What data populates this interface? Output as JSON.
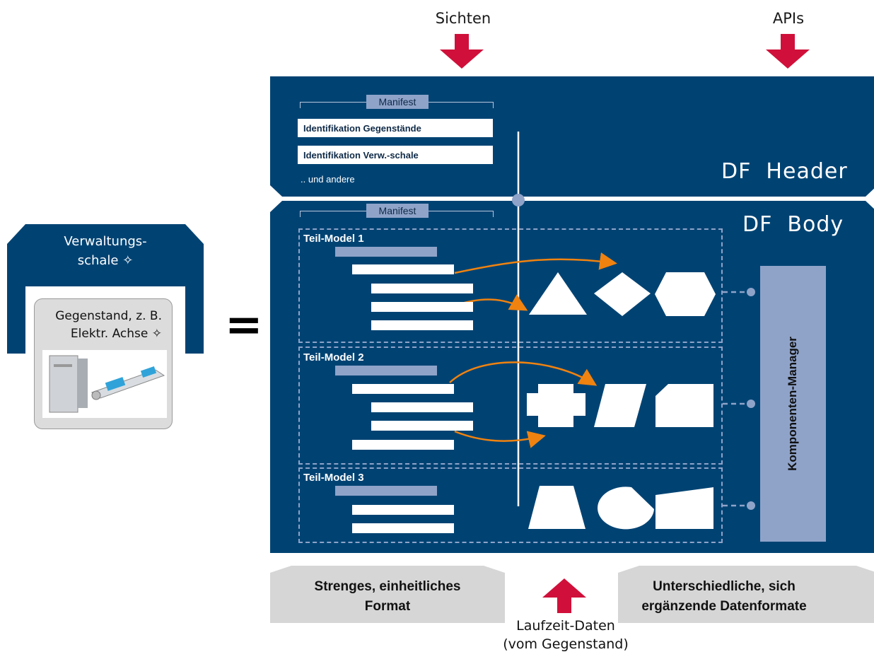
{
  "top": {
    "views_label": "Sichten",
    "apis_label": "APIs"
  },
  "aas": {
    "title_line1": "Verwaltungs-",
    "title_line2": "schale ✧",
    "asset_line1": "Gegenstand, z. B.",
    "asset_line2": "Elektr. Achse ✧"
  },
  "equals": "=",
  "header": {
    "manifest_label": "Manifest",
    "items": [
      "Identifikation Gegenstände",
      "Identifikation Verw.-schale"
    ],
    "more_label": ".. und andere",
    "title": "DF  Header"
  },
  "body": {
    "manifest_label": "Manifest",
    "title": "DF  Body",
    "submodels": [
      {
        "title": "Teil-Model 1"
      },
      {
        "title": "Teil-Model 2"
      },
      {
        "title": "Teil-Model 3"
      }
    ],
    "component_manager": "Komponenten-Manager"
  },
  "bottom": {
    "left_line1": "Strenges, einheitliches",
    "left_line2": "Format",
    "right_line1": "Unterschiedliche, sich",
    "right_line2": "ergänzende Datenformate",
    "runtime_line1": "Laufzeit-Daten",
    "runtime_line2": "(vom Gegenstand)"
  },
  "colors": {
    "navy": "#004373",
    "light_blue": "#8fa3c9",
    "red_arrow": "#d0103a",
    "orange_arrow": "#f0820f",
    "grey_panel": "#d6d6d6"
  }
}
